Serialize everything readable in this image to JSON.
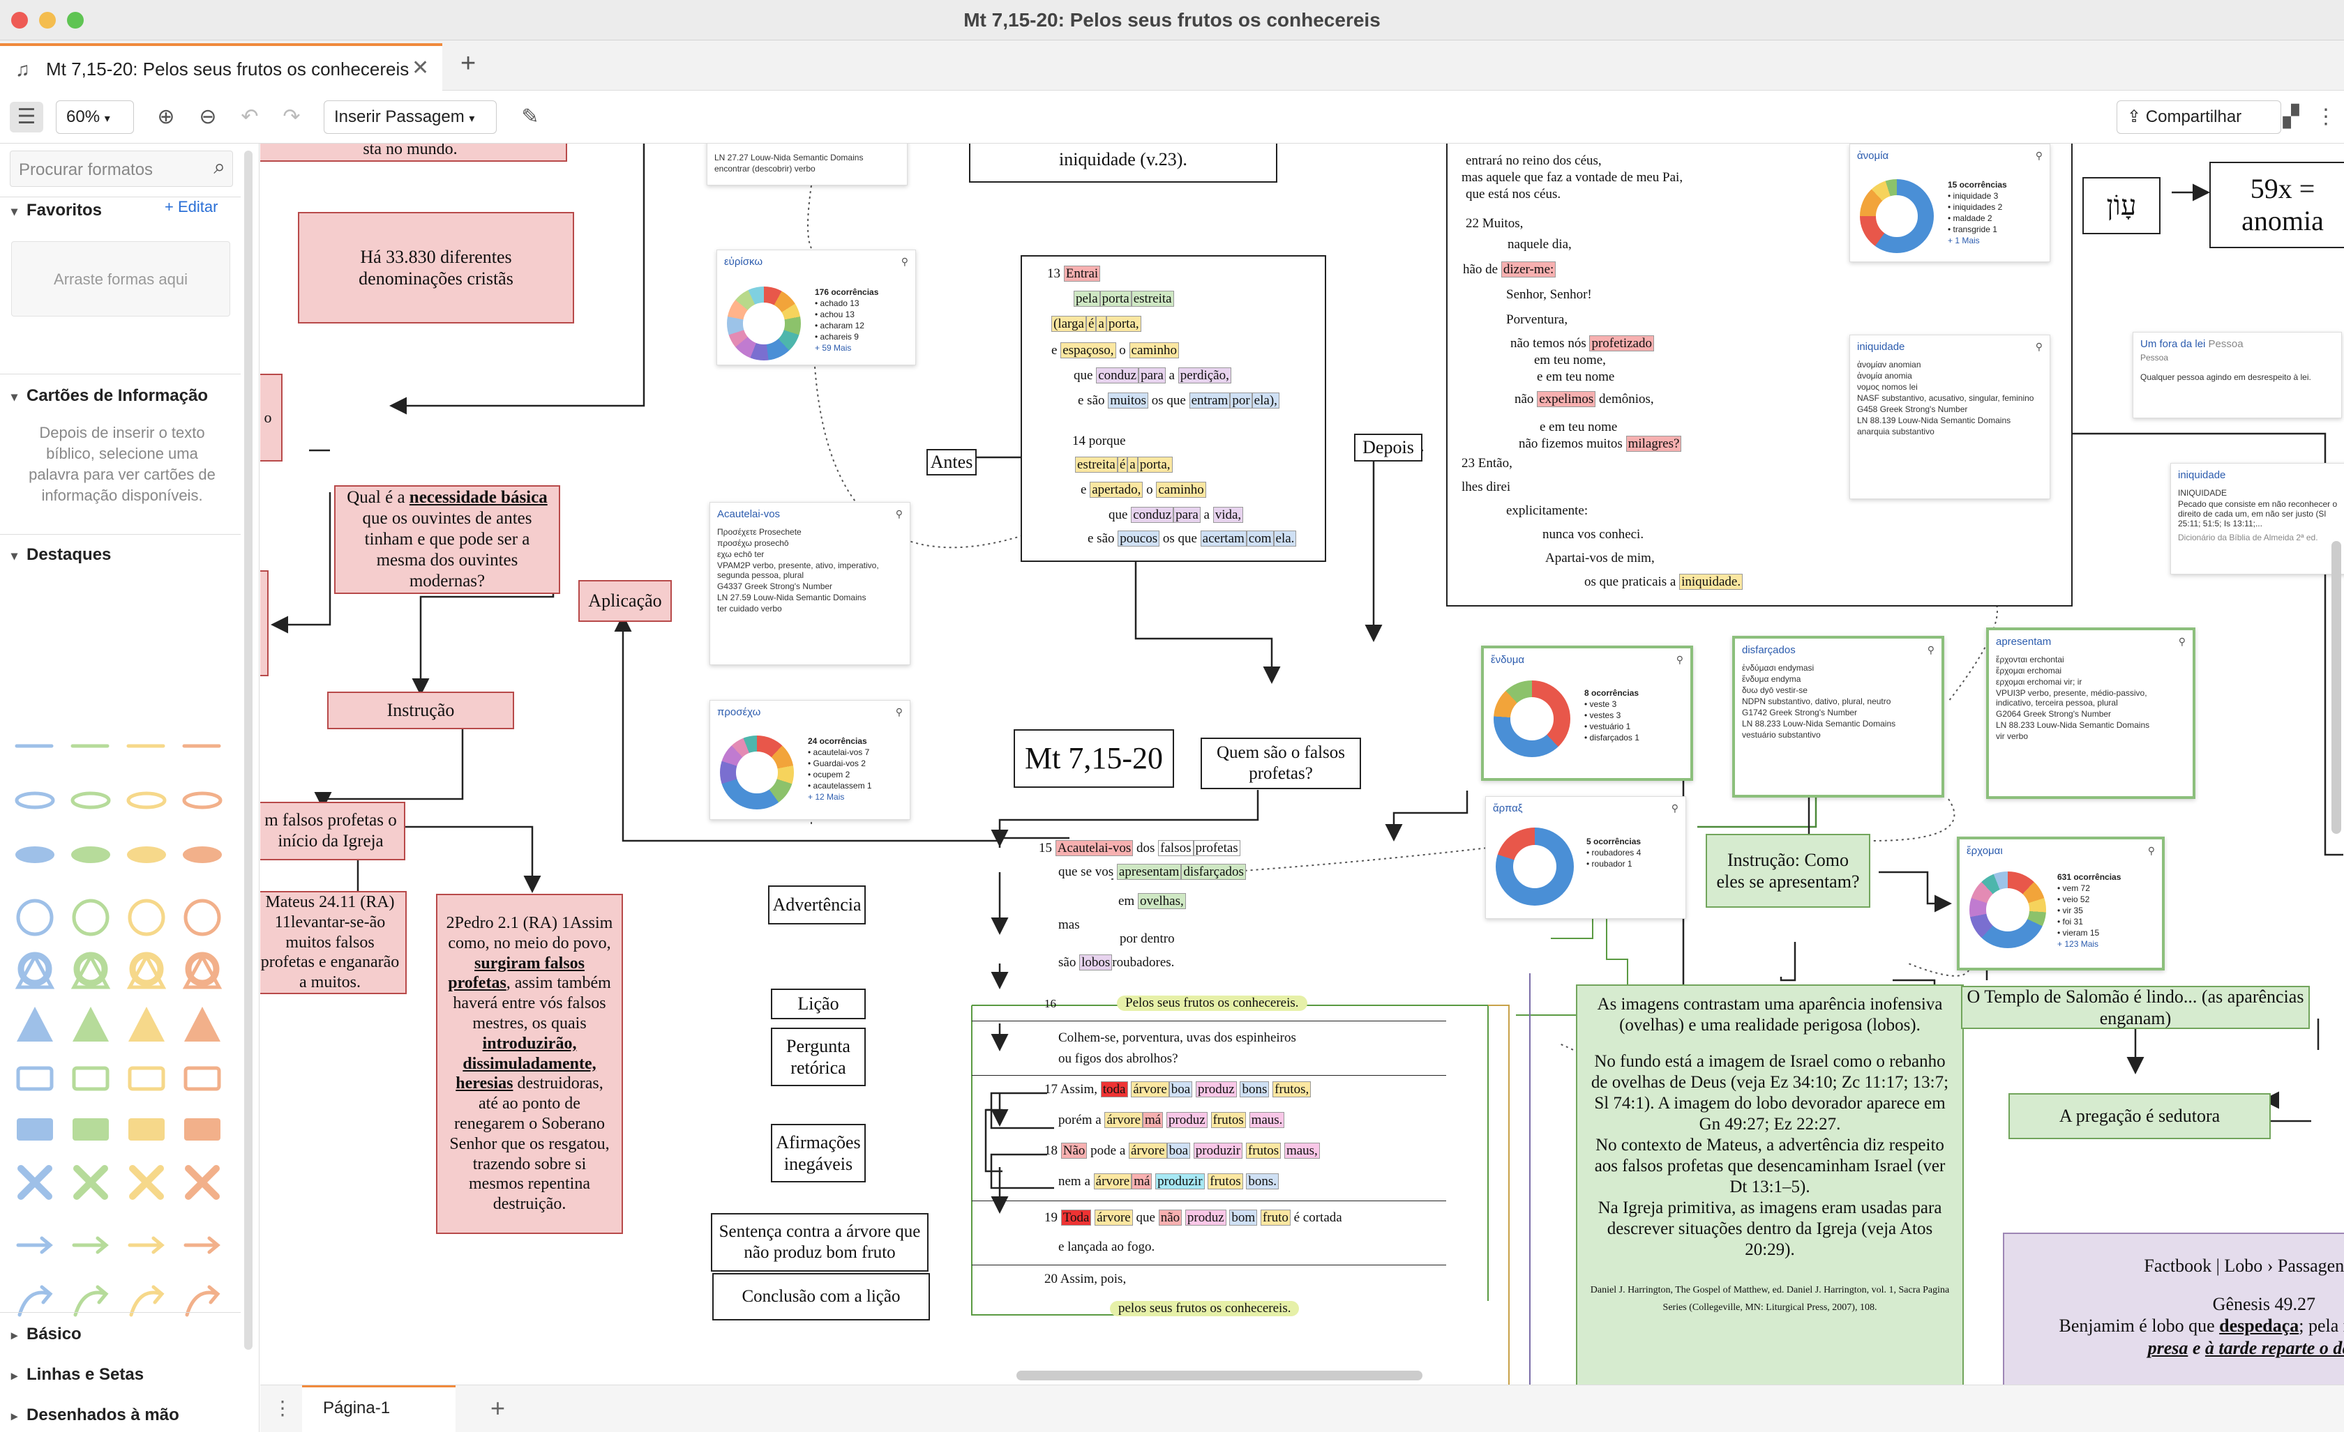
{
  "window": {
    "title": "Mt 7,15-20: Pelos seus frutos os conhecereis"
  },
  "tab": {
    "label": "Mt 7,15-20: Pelos seus frutos os conhecereis",
    "close": "✕",
    "new": "+"
  },
  "toolbar": {
    "zoom": "60%",
    "insert": "Inserir Passagem",
    "share": "Compartilhar"
  },
  "sidebar": {
    "search_placeholder": "Procurar formatos",
    "favorites": "Favoritos",
    "edit": "Editar",
    "drop_hint": "Arraste formas aqui",
    "info_cards": "Cartões de Informação",
    "info_cards_msg": "Depois de inserir o texto bíblico, selecione uma palavra para ver cartões de informação disponíveis.",
    "highlights": "Destaques",
    "basic": "Básico",
    "lines": "Linhas e Setas",
    "hand": "Desenhados à mão"
  },
  "page": {
    "tab": "Página-1"
  },
  "canvas": {
    "title": "Mt 7,15-20",
    "pink_boxes": {
      "top": "sta no mundo.",
      "denominations": "Há 33.830 diferentes denominações cristãs",
      "question_pre": "Qual é a ",
      "question_bold": "necessidade básica",
      "question_post": " que os ouvintes de antes tinham e que pode ser a mesma dos ouvintes modernas?",
      "aplicacao": "Aplicação",
      "instrucao": "Instrução",
      "falsos": "m falsos profetas o início da Igreja",
      "mateus": "Mateus 24.11 (RA) 11levantar-se-ão muitos falsos profetas e enganarão a muitos.",
      "pedro_a": "2Pedro 2.1 (RA) 1Assim como, no meio do povo, ",
      "pedro_b": "surgiram falsos profetas",
      "pedro_c": ", assim também haverá entre vós falsos mestres, os quais ",
      "pedro_d": "introduzirão, dissimuladamente, heresias",
      "pedro_e": " destruidoras, até ao ponto de renegarem o Soberano Senhor que os resgatou, trazendo sobre si mesmos repentina destruição.",
      "left_stub": "o"
    },
    "boxes": {
      "antes": "Antes",
      "depois": "Depois",
      "falsos_q": "Quem são o falsos profetas?",
      "advertencia": "Advertência",
      "licao": "Lição",
      "pergunta": "Pergunta retórica",
      "afirmacoes": "Afirmações inegáveis",
      "sentenca": "Sentença contra a árvore que não produz bom fruto",
      "conclusao": "Conclusão com a lição",
      "iniquidade_top": "iniquidade (v.23).",
      "awon": "עָוֹן",
      "anomia": "59x = anomia"
    },
    "green_boxes": {
      "instrucao": "Instrução: Como eles se apresentam?",
      "templo": "O Templo de Salomão é lindo... (as aparências enganam)",
      "pregacao": "A pregação é sedutora",
      "contrast_1": "As imagens contrastam uma aparência inofensiva (ovelhas) e uma realidade perigosa (lobos).",
      "contrast_2": "No fundo está a imagem de Israel como o rebanho de ovelhas de Deus (veja Ez 34:10; Zc 11:17; 13:7; Sl 74:1). A imagem do lobo devorador aparece em Gn 49:27; Ez 22:27.",
      "contrast_3": "No contexto de Mateus, a advertência diz respeito aos falsos profetas que desencaminham Israel (ver Dt 13:1–5).",
      "contrast_4": "Na Igreja primitiva, as imagens eram usadas para descrever situações dentro da Igreja (veja Atos 20:29).",
      "citation": "Daniel J. Harrington, The Gospel of Matthew, ed. Daniel J. Harrington, vol. 1, Sacra Pagina Series (Collegeville, MN: Liturgical Press, 2007), 108."
    },
    "factbook": {
      "title": "Factbook | Lobo › Passagens-",
      "ref": "Gênesis 49.27",
      "line1a": "Benjamim é lobo que ",
      "line1b": "despedaça",
      "line1c": "; pela m",
      "line2a": "presa",
      "line2b": " e ",
      "line2c": "à tarde reparte o des"
    },
    "cards": {
      "lexicon_top": {
        "r1": "LN 27.27 Louw-Nida Semantic Domains",
        "r2": "encontrar (descobrir) verbo"
      },
      "heuriskw": {
        "word": "εὑρίσκω",
        "count": "176 ocorrências",
        "items": [
          "achado 13",
          "achou 13",
          "acharam 12",
          "achareis 9"
        ],
        "more": "+ 59 Mais"
      },
      "acautelai": {
        "word": "Acautelai-vos",
        "rows": [
          "Προσέχετε Prosechete",
          "προσέχω prosechō",
          "εχω echō ter",
          "VPAM2P verbo, presente, ativo, imperativo, segunda pessoa, plural",
          "G4337 Greek Strong's Number",
          "LN 27.59 Louw-Nida Semantic Domains",
          "ter cuidado verbo"
        ]
      },
      "prosexw": {
        "word": "προσέχω",
        "count": "24 ocorrências",
        "items": [
          "acautelai-vos 7",
          "Guardai-vos 2",
          "ocupem 2",
          "acautelassem 1"
        ],
        "more": "+ 12 Mais"
      },
      "anomia": {
        "word": "ἀνομία",
        "count": "15 ocorrências",
        "items": [
          "iniquidade 3",
          "iniquidades 2",
          "maldade 2",
          "transgride 1"
        ],
        "more": "+ 1 Mais"
      },
      "iniquidade": {
        "word": "iniquidade",
        "rows": [
          "ἀνομίαν anomian",
          "ἀνομία anomia",
          "νομος nomos lei",
          "NASF substantivo, acusativo, singular, feminino",
          "G458 Greek Strong's Number",
          "LN 88.139 Louw-Nida Semantic Domains",
          "anarquia substantivo"
        ]
      },
      "pessoa": {
        "word": "Um fora da lei",
        "type": "Pessoa",
        "sub": "Pessoa",
        "desc": "Qualquer pessoa agindo em desrespeito à lei."
      },
      "iniq_dict": {
        "word": "iniquidade",
        "head": "INIQUIDADE",
        "desc": "Pecado que consiste em não reconhecer o direito de cada um, em não ser justo (Sl 25:11; 51:5; Is 13:11;...",
        "src": "Dicionário da Bíblia de Almeida 2ª ed."
      },
      "enduma": {
        "word": "ἔνδυμα",
        "count": "8 ocorrências",
        "items": [
          "veste 3",
          "vestes 3",
          "vestuário 1",
          "disfarçados 1"
        ]
      },
      "disfarcados": {
        "word": "disfarçados",
        "rows": [
          "ἐνδύμασι endymasi",
          "ἔνδυμα endyma",
          "δυω dyō vestir-se",
          "NDPN substantivo, dativo, plural, neutro",
          "G1742 Greek Strong's Number",
          "LN 88.233 Louw-Nida Semantic Domains",
          "vestuário substantivo"
        ]
      },
      "apresentam": {
        "word": "apresentam",
        "rows": [
          "ἔρχονται erchontai",
          "ἔρχομαι erchomai",
          "ερχομαι erchomai vir; ir",
          "VPUI3P verbo, presente, médio-passivo, indicativo, terceira pessoa, plural",
          "G2064 Greek Strong's Number",
          "LN 88.233 Louw-Nida Semantic Domains",
          "vir verbo"
        ]
      },
      "harpax": {
        "word": "ἅρπαξ",
        "count": "5 ocorrências",
        "items": [
          "roubadores 4",
          "roubador 1"
        ]
      },
      "erchomai": {
        "word": "ἔρχομαι",
        "count": "631 ocorrências",
        "items": [
          "vem 72",
          "veio 52",
          "vir 35",
          "foi 31",
          "vieram 15"
        ],
        "more": "+ 123 Mais"
      }
    },
    "passage_mid": {
      "v13": "13",
      "v13a": "Entrai",
      "v13b": "pela",
      "v13c": "porta",
      "v13d": "estreita",
      "l2a": "(larga",
      "l2b": "é",
      "l2c": "a",
      "l2d": "porta,",
      "l3a": "e",
      "l3b": "espaçoso,",
      "l3c": "o",
      "l3d": "caminho",
      "l4a": "que",
      "l4b": "conduz",
      "l4c": "para",
      "l4d": "a",
      "l4e": "perdição,",
      "l5a": "e são",
      "l5b": "muitos",
      "l5c": "os que",
      "l5d": "entram",
      "l5e": "por",
      "l5f": "ela),",
      "v14": "14 porque",
      "l7a": "estreita",
      "l7b": "é",
      "l7c": "a",
      "l7d": "porta,",
      "l8a": "e",
      "l8b": "apertado,",
      "l8c": "o",
      "l8d": "caminho",
      "l9a": "que",
      "l9b": "conduz",
      "l9c": "para",
      "l9d": "a",
      "l9e": "vida,",
      "l10a": "e são",
      "l10b": "poucos",
      "l10c": "os que",
      "l10d": "acertam",
      "l10e": "com",
      "l10f": "ela."
    },
    "passage_right": {
      "l1": "entrará no reino dos céus,",
      "l2": "mas aquele que faz a vontade de meu Pai,",
      "l3": "que está nos céus.",
      "l4": "22 Muitos,",
      "l5": "naquele dia,",
      "l6a": "hão de",
      "l6b": "dizer-me:",
      "l7": "Senhor, Senhor!",
      "l8": "Porventura,",
      "l9a": "não temos nós",
      "l9b": "profetizado",
      "l10": "em teu nome,",
      "l11": "e em teu nome",
      "l12a": "não",
      "l12b": "expelimos",
      "l12c": "demônios,",
      "l13": "e em teu nome",
      "l14a": "não fizemos muitos",
      "l14b": "milagres?",
      "l15": "23 Então,",
      "l16": "lhes direi",
      "l17": "explicitamente:",
      "l18": "nunca vos conheci.",
      "l19": "Apartai-vos de mim,",
      "l20a": "os que praticais a",
      "l20b": "iniquidade."
    },
    "passage_bottom": {
      "v15": "15",
      "a1": "Acautelai-vos",
      "a2": "dos",
      "a3": "falsos",
      "a4": "profetas",
      "b1": "que se vos",
      "b2": "apresentam",
      "b3": "disfarçados",
      "c1": "em",
      "c2": "ovelhas,",
      "d1": "mas",
      "e1": "por dentro",
      "f1": "são",
      "f2": "lobos",
      "f3": "roubadores.",
      "v16": "16",
      "g1": "Pelos seus frutos os conhecereis.",
      "h1": "Colhem-se, porventura, uvas dos espinheiros",
      "h2": "ou figos dos abrolhos?",
      "v17": "17",
      "i1": "Assim,",
      "i2": "toda",
      "i3": "árvore",
      "i4": "boa",
      "i5": "produz",
      "i6": "bons",
      "i7": "frutos,",
      "j1": "porém a",
      "j2": "árvore",
      "j3": "má",
      "j4": "produz",
      "j5": "frutos",
      "j6": "maus.",
      "v18": "18",
      "k1": "Não",
      "k2": "pode a",
      "k3": "árvore",
      "k4": "boa",
      "k5": "produzir",
      "k6": "frutos",
      "k7": "maus,",
      "l1": "nem a",
      "l2": "árvore",
      "l3": "má",
      "l4": "produzir",
      "l5": "frutos",
      "l6": "bons.",
      "v19": "19",
      "m1": "Toda",
      "m2": "árvore",
      "m3": "que",
      "m4": "não",
      "m5": "produz",
      "m6": "bom",
      "m7": "fruto",
      "m8": "é cortada",
      "n1": "e lançada ao fogo.",
      "v20": "20",
      "o1": "Assim, pois,",
      "p1": "pelos seus frutos os conhecereis."
    }
  }
}
